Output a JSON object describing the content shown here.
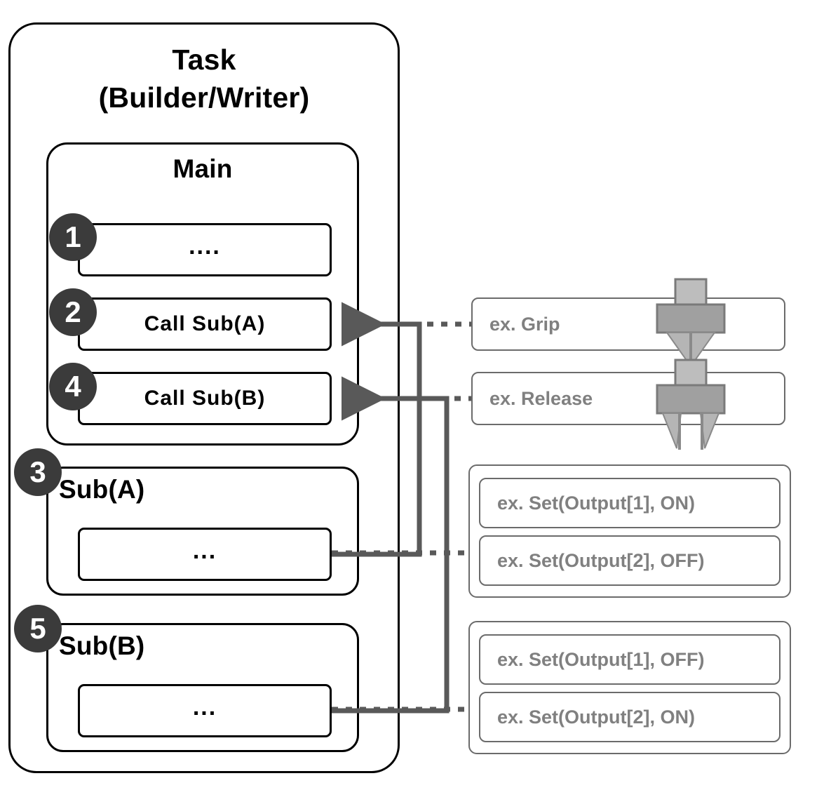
{
  "diagram": {
    "title_line1": "Task",
    "title_line2": "(Builder/Writer)",
    "main_label": "Main",
    "sub_a_label": "Sub(A)",
    "sub_b_label": "Sub(B)",
    "colors": {
      "outline": "#000000",
      "badge_fill": "#3b3b3b",
      "badge_text": "#ffffff",
      "example_text": "#808080",
      "example_border": "#6b6b6b",
      "connector": "#595959",
      "gripper_body": "#a0a0a0",
      "gripper_stem": "#bdbdbd",
      "gripper_outline": "#7a7a7a"
    }
  },
  "main": {
    "statements": [
      {
        "badge": "1",
        "text": "...."
      },
      {
        "badge": "2",
        "text": "Call  Sub(A)"
      },
      {
        "badge": "4",
        "text": "Call  Sub(B)"
      }
    ]
  },
  "sub_a": {
    "badge": "3",
    "label": "Sub(A)",
    "body_text": "..."
  },
  "sub_b": {
    "badge": "5",
    "label": "Sub(B)",
    "body_text": "..."
  },
  "examples": {
    "grip": {
      "label": "ex. Grip",
      "icon": "gripper-closed-icon"
    },
    "release": {
      "label": "ex. Release",
      "icon": "gripper-open-icon"
    },
    "group_a": {
      "items": [
        "ex. Set(Output[1], ON)",
        "ex. Set(Output[2], OFF)"
      ]
    },
    "group_b": {
      "items": [
        "ex. Set(Output[1], OFF)",
        "ex. Set(Output[2], ON)"
      ]
    }
  }
}
